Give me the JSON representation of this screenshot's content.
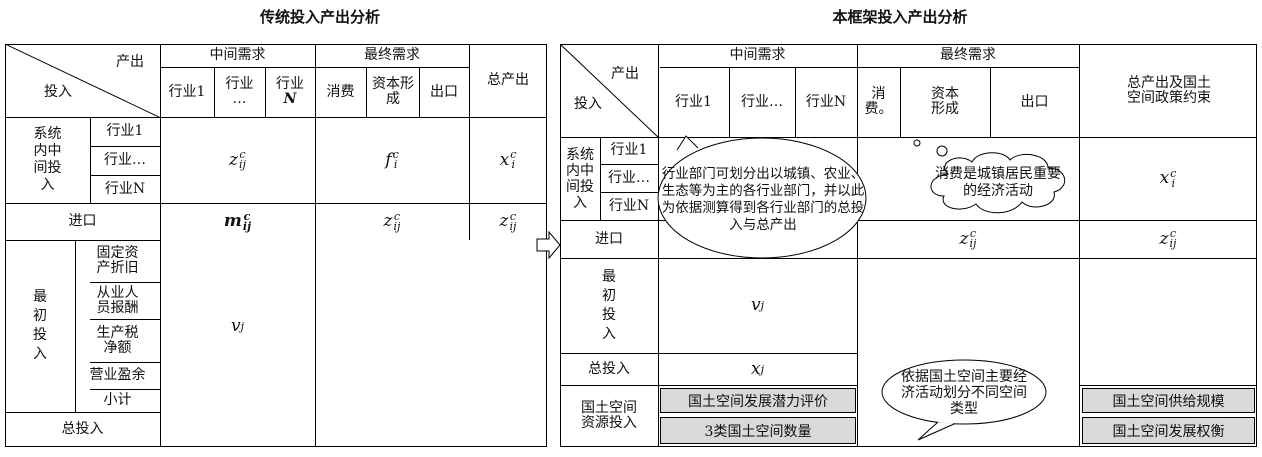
{
  "left": {
    "title": "传统投入产出分析",
    "corner_out": "产出",
    "corner_in": "投入",
    "col_intermediate": "中间需求",
    "col_final": "最终需求",
    "col_total_output": "总产出",
    "ind1": "行业1",
    "ind_dots_a": "行业",
    "ind_dots_b": "…",
    "indN_a": "行业",
    "indN_b": "N",
    "consume": "消费",
    "capital": "资本形成",
    "export": "出口",
    "sys_label": "系统内中间投入",
    "row_ind1": "行业1",
    "row_inddots": "行业…",
    "row_indN": "行业N",
    "import": "进口",
    "primary_label": "最初投入",
    "fixed_dep": "固定资产折旧",
    "emp_comp": "从业人员报酬",
    "prod_tax": "生产税净额",
    "op_surplus": "营业盈余",
    "subtotal": "小计",
    "total_input": "总投入",
    "z": "z",
    "f": "f",
    "x": "x",
    "m": "m",
    "v": "v",
    "sub_ij": "ij",
    "sub_i": "i",
    "sub_j": "j",
    "sup_c": "c"
  },
  "right": {
    "title": "本框架投入产出分析",
    "corner_out": "产出",
    "corner_in": "投入",
    "col_intermediate": "中间需求",
    "col_final": "最终需求",
    "col_total": "总产出及国土空间政策约束",
    "ind1": "行业1",
    "ind_dots": "行业…",
    "indN": "行业N",
    "consume": "消费。",
    "capital": "资本形成",
    "export": "出口",
    "sys_label": "系统内中间投入",
    "row_ind1": "行业1",
    "row_inddots": "行业…",
    "row_indN": "行业N",
    "import": "进口",
    "primary_label": "最初投入",
    "total_input": "总投入",
    "land_input": "国土空间资源投入",
    "potential_eval": "国土空间发展潜力评价",
    "land_3types": "3类国土空间数量",
    "supply_scale": "国土空间供给规模",
    "dev_rights": "国土空间发展权衡",
    "bubble_sectors": "行业部门可划分出以城镇、农业、生态等为主的各行业部门，并以此为依据测算得到各行业部门的总投入与总产出",
    "bubble_consume": "消费是城镇居民重要的经济活动",
    "bubble_space": "依据国土空间主要经济活动划分不同空间类型"
  }
}
